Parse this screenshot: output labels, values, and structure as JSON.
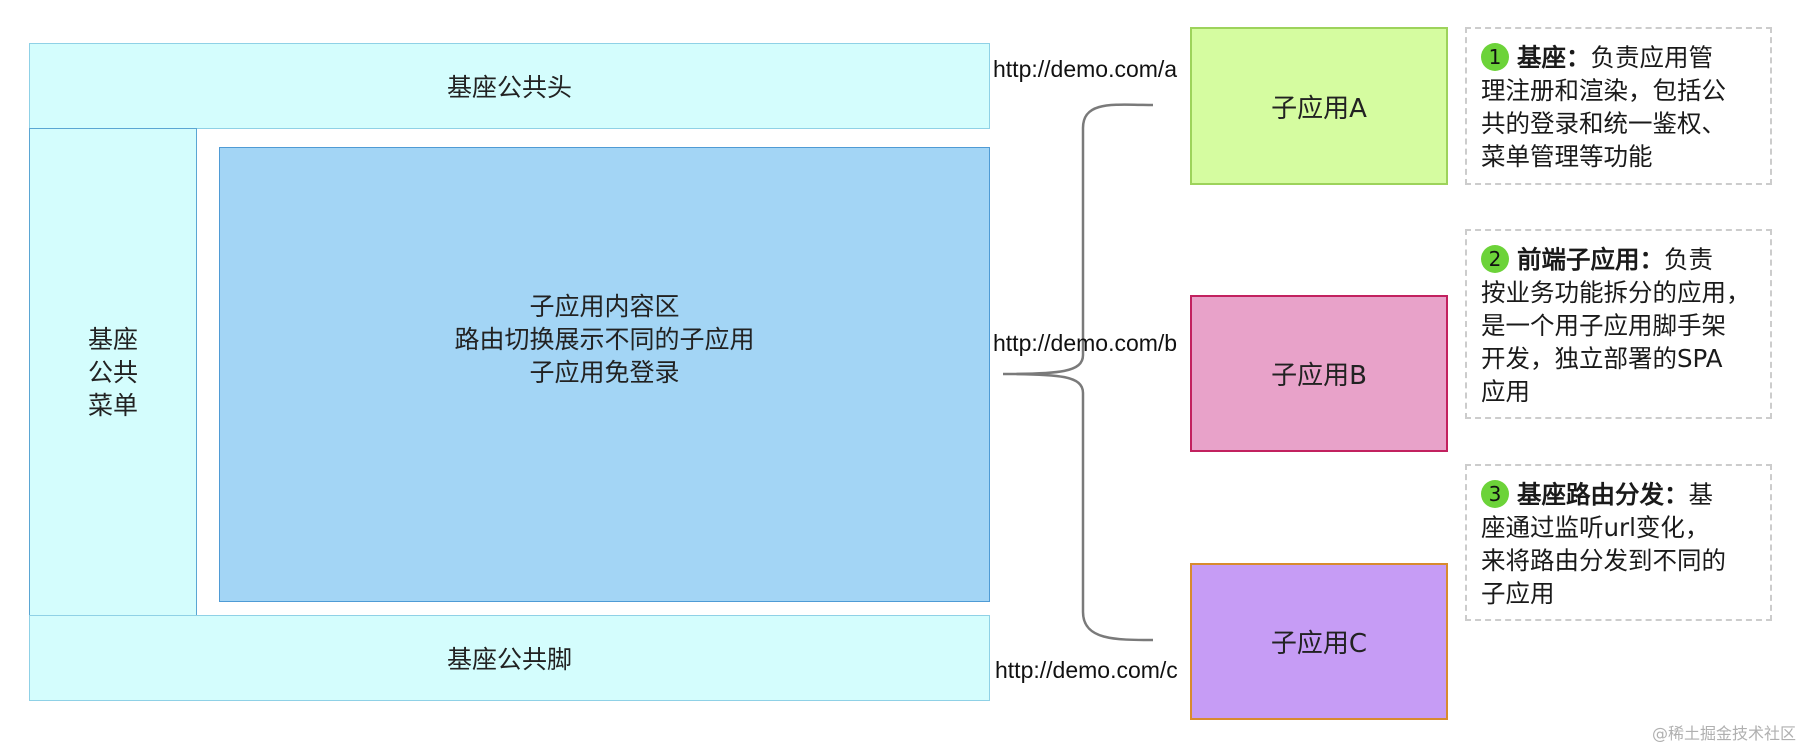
{
  "layout": {
    "header": "基座公共头",
    "footer": "基座公共脚",
    "menu_lines": [
      "基座",
      "公共",
      "菜单"
    ],
    "content_lines": [
      "子应用内容区",
      "路由切换展示不同的子应用",
      "子应用免登录"
    ]
  },
  "routes": {
    "a": "http://demo.com/a",
    "b": "http://demo.com/b",
    "c": "http://demo.com/c"
  },
  "apps": {
    "a": "子应用A",
    "b": "子应用B",
    "c": "子应用C"
  },
  "notes": [
    {
      "num": "1",
      "title": "基座",
      "colon": "：",
      "lines": [
        "负责应用管",
        "理注册和渲染，包括公",
        "共的登录和统一鉴权、",
        "菜单管理等功能"
      ]
    },
    {
      "num": "2",
      "title": "前端子应用",
      "colon": "：",
      "lines": [
        "负责",
        "按业务功能拆分的应用，",
        "是一个用子应用脚手架",
        "开发，独立部署的SPA",
        "应用"
      ]
    },
    {
      "num": "3",
      "title": "基座路由分发",
      "colon": "：",
      "lines": [
        "基",
        "座通过监听url变化，",
        "来将路由分发到不同的",
        "子应用"
      ]
    }
  ],
  "watermark": "@稀土掘金技术社区",
  "colors": {
    "shell_fill": "#d4fdfd",
    "content_fill": "#a3d5f5",
    "app_a_fill": "#d5fca0",
    "app_b_fill": "#e8a2c9",
    "app_c_fill": "#c69cf5",
    "badge_fill": "#6cd339"
  }
}
